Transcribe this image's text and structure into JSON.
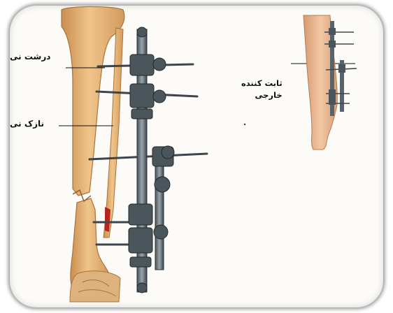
{
  "labels": {
    "tibia": "درشت نی",
    "fibula": "نازک نی",
    "fixator_line1": "ثابت کننده",
    "fixator_line2": "خارجی"
  },
  "colors": {
    "bone": "#e8b87a",
    "bone_shadow": "#c98e4e",
    "metal": "#3d464d",
    "metal_light": "#7f8a92",
    "frame_shadow": "#000000",
    "blood": "#b01010"
  }
}
